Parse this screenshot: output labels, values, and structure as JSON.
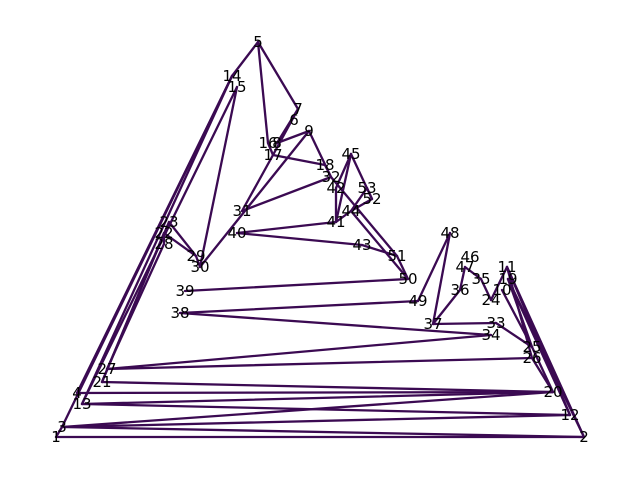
{
  "diagram": {
    "edge_color": "#3b0a52",
    "nodes": [
      {
        "id": "1",
        "label": "1"
      },
      {
        "id": "2",
        "label": "2"
      },
      {
        "id": "3",
        "label": "3"
      },
      {
        "id": "4",
        "label": "4"
      },
      {
        "id": "5",
        "label": "5"
      },
      {
        "id": "6",
        "label": "6"
      },
      {
        "id": "7",
        "label": "7"
      },
      {
        "id": "8",
        "label": "8"
      },
      {
        "id": "9",
        "label": "9"
      },
      {
        "id": "10",
        "label": "10"
      },
      {
        "id": "11",
        "label": "11"
      },
      {
        "id": "12",
        "label": "12"
      },
      {
        "id": "13",
        "label": "13"
      },
      {
        "id": "14",
        "label": "14"
      },
      {
        "id": "15",
        "label": "15"
      },
      {
        "id": "16",
        "label": "16"
      },
      {
        "id": "17",
        "label": "17"
      },
      {
        "id": "18",
        "label": "18"
      },
      {
        "id": "19",
        "label": "19"
      },
      {
        "id": "20",
        "label": "20"
      },
      {
        "id": "21",
        "label": "21"
      },
      {
        "id": "22",
        "label": "22"
      },
      {
        "id": "23",
        "label": "23"
      },
      {
        "id": "24",
        "label": "24"
      },
      {
        "id": "25",
        "label": "25"
      },
      {
        "id": "26",
        "label": "26"
      },
      {
        "id": "27",
        "label": "27"
      },
      {
        "id": "28",
        "label": "28"
      },
      {
        "id": "29",
        "label": "29"
      },
      {
        "id": "30",
        "label": "30"
      },
      {
        "id": "31",
        "label": "31"
      },
      {
        "id": "32",
        "label": "32"
      },
      {
        "id": "33",
        "label": "33"
      },
      {
        "id": "34",
        "label": "34"
      },
      {
        "id": "35",
        "label": "35"
      },
      {
        "id": "36",
        "label": "36"
      },
      {
        "id": "37",
        "label": "37"
      },
      {
        "id": "38",
        "label": "38"
      },
      {
        "id": "39",
        "label": "39"
      },
      {
        "id": "40",
        "label": "40"
      },
      {
        "id": "41",
        "label": "41"
      },
      {
        "id": "42",
        "label": "42"
      },
      {
        "id": "43",
        "label": "43"
      },
      {
        "id": "44",
        "label": "44"
      },
      {
        "id": "45",
        "label": "45"
      },
      {
        "id": "46",
        "label": "46"
      },
      {
        "id": "47",
        "label": "47"
      },
      {
        "id": "48",
        "label": "48"
      },
      {
        "id": "49",
        "label": "49"
      },
      {
        "id": "50",
        "label": "50"
      },
      {
        "id": "51",
        "label": "51"
      },
      {
        "id": "52",
        "label": "52"
      },
      {
        "id": "53",
        "label": "53"
      }
    ],
    "edges": [
      [
        "1",
        "2"
      ],
      [
        "1",
        "3"
      ],
      [
        "3",
        "2"
      ],
      [
        "3",
        "12"
      ],
      [
        "2",
        "11"
      ],
      [
        "2",
        "19"
      ],
      [
        "12",
        "11"
      ],
      [
        "12",
        "19"
      ],
      [
        "3",
        "20"
      ],
      [
        "13",
        "20"
      ],
      [
        "13",
        "12"
      ],
      [
        "4",
        "20"
      ],
      [
        "4",
        "14"
      ],
      [
        "13",
        "15"
      ],
      [
        "13",
        "14"
      ],
      [
        "3",
        "14"
      ],
      [
        "21",
        "20"
      ],
      [
        "21",
        "22"
      ],
      [
        "21",
        "23"
      ],
      [
        "27",
        "26"
      ],
      [
        "27",
        "34"
      ],
      [
        "27",
        "28"
      ],
      [
        "25",
        "20"
      ],
      [
        "20",
        "26"
      ],
      [
        "26",
        "11"
      ],
      [
        "25",
        "33"
      ],
      [
        "25",
        "19"
      ],
      [
        "25",
        "10"
      ],
      [
        "24",
        "11"
      ],
      [
        "24",
        "35"
      ],
      [
        "35",
        "47"
      ],
      [
        "36",
        "47"
      ],
      [
        "37",
        "36"
      ],
      [
        "37",
        "48"
      ],
      [
        "49",
        "48"
      ],
      [
        "37",
        "33"
      ],
      [
        "38",
        "34"
      ],
      [
        "38",
        "49"
      ],
      [
        "39",
        "50"
      ],
      [
        "50",
        "44"
      ],
      [
        "50",
        "51"
      ],
      [
        "43",
        "51"
      ],
      [
        "40",
        "43"
      ],
      [
        "40",
        "41"
      ],
      [
        "41",
        "44"
      ],
      [
        "41",
        "45"
      ],
      [
        "42",
        "45"
      ],
      [
        "42",
        "41"
      ],
      [
        "44",
        "52"
      ],
      [
        "52",
        "45"
      ],
      [
        "53",
        "52"
      ],
      [
        "53",
        "44"
      ],
      [
        "31",
        "32"
      ],
      [
        "31",
        "17"
      ],
      [
        "30",
        "29"
      ],
      [
        "30",
        "9"
      ],
      [
        "29",
        "22"
      ],
      [
        "29",
        "23"
      ],
      [
        "28",
        "22"
      ],
      [
        "30",
        "15"
      ],
      [
        "17",
        "7"
      ],
      [
        "17",
        "18"
      ],
      [
        "18",
        "32"
      ],
      [
        "9",
        "32"
      ],
      [
        "32",
        "51"
      ],
      [
        "5",
        "14"
      ],
      [
        "5",
        "16"
      ],
      [
        "5",
        "7"
      ],
      [
        "7",
        "8"
      ],
      [
        "8",
        "9"
      ],
      [
        "16",
        "17"
      ]
    ]
  }
}
